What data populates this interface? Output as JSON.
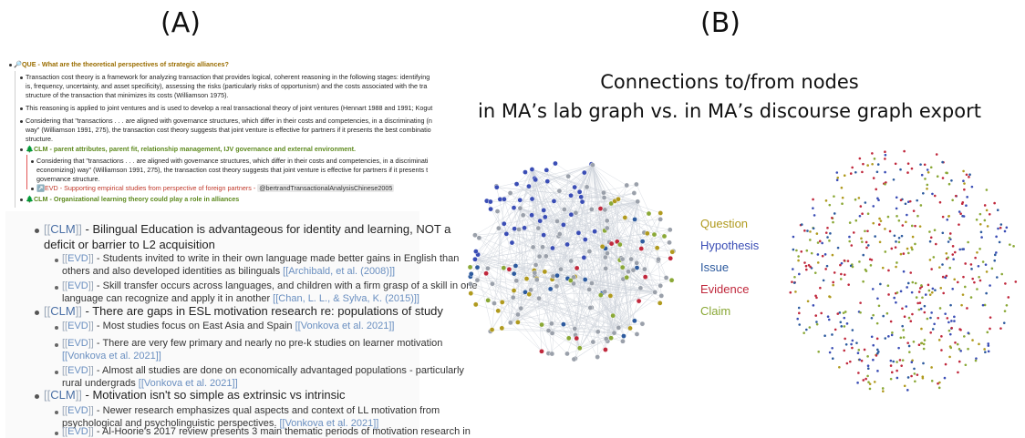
{
  "panel_a_label": "(A)",
  "panel_b_label": "(B)",
  "outline_top": {
    "question": "🔎QUE - What are the theoretical perspectives of strategic alliances?",
    "p1_l1": "Transaction cost theory is a framework for analyzing transaction that provides logical, coherent reasoning in the following stages: identifying",
    "p1_l2": "is, frequency, uncertainty, and asset specificity), assessing the risks (particularly risks of opportunism) and the costs associated with the tra",
    "p1_l3": "structure of the transaction that minimizes its costs (Williamson 1975).",
    "p2": "This reasoning is applied to joint ventures and is used to develop a real transactional theory of joint ventures (Hennart 1988 and 1991; Kogut",
    "p3_l1": "Considering that \"transactions . . . are aligned with governance structures, which differ in their costs and competencies, in a discriminating (n",
    "p3_l2": "way\" (Williamson 1991, 275), the transaction cost theory suggests that joint venture is effective for partners if it presents the best combinatio",
    "p3_l3": "structure.",
    "clm1": "🌲CLM - parent attributes, parent fit, relationship management, IJV governance and external environment.",
    "c1_l1": "Considering that \"transactions . . . are aligned with governance structures, which differ in their costs and competencies, in a discriminati",
    "c1_l2": "economizing) way\" (Williamson 1991, 275), the transaction cost theory suggests that joint venture is effective for partners if it presents t",
    "c1_l3": "governance structure.",
    "evd": "↗️EVD - Supporting empirical studies from perspective of foreign partners - ",
    "evd_tag": "@bertrandTransactionalAnalysisChinese2005",
    "clm2": "🌲CLM - Organizational learning theory could play a role in alliances"
  },
  "outline_bottom": {
    "open": "[[",
    "close": "]]",
    "clm_word": "CLM",
    "evd_word": "EVD",
    "c1_a": " - Bilingual Education is advantageous for identity and learning, NOT a",
    "c1_b": "deficit or barrier to L2 acquisition",
    "e1_a": " - Students invited to write in their own language made better gains in English than",
    "e1_b": "others and also developed identities as bilinguals ",
    "e1_ref": "[[Archibald, et al. (2008)]]",
    "e2_a": " - Skill transfer occurs across languages, and children with a firm grasp of a skill in one",
    "e2_b": "language can recognize and apply it in another ",
    "e2_ref": "[[Chan, L. L., & Sylva, K. (2015)]]",
    "c2": " - There are gaps in ESL motivation research re: populations of study",
    "e3": " - Most studies focus on East Asia and Spain ",
    "e3_ref": "[[Vonkova et al. 2021]]",
    "e4_a": " - There are very few primary and nearly no pre-k studies on learner motivation",
    "e4_ref": "[[Vonkova et al. 2021]]",
    "e5_a": " - Almost all studies are done on economically advantaged populations - particularly",
    "e5_b": "rural undergrads ",
    "e5_ref": "[[Vonkova et al. 2021]]",
    "c3": " - Motivation isn't so simple as extrinsic vs intrinsic",
    "e6_a": " - Newer research emphasizes qual aspects and context of LL motivation from",
    "e6_b": "psychological and psycholinguistic perspectives. ",
    "e6_ref": "[[Vonkova et al. 2021]]",
    "e7": " - Al-Hoorie's 2017 review presents 3 main thematic periods of motivation research in"
  },
  "panel_b": {
    "title_line1": "Connections to/from nodes",
    "title_line2": "in MA’s lab graph vs. in MA’s discourse graph export",
    "legend": [
      {
        "label": "Question",
        "color": "#b09a1e"
      },
      {
        "label": "Hypothesis",
        "color": "#3a4db5"
      },
      {
        "label": "Issue",
        "color": "#2d5a9e"
      },
      {
        "label": "Evidence",
        "color": "#c0283c"
      },
      {
        "label": "Claim",
        "color": "#8aa836"
      }
    ]
  },
  "colors": {
    "edge": "#cfd4dc",
    "gray_node": "#9aa0aa",
    "node_border": "#ffffff"
  }
}
